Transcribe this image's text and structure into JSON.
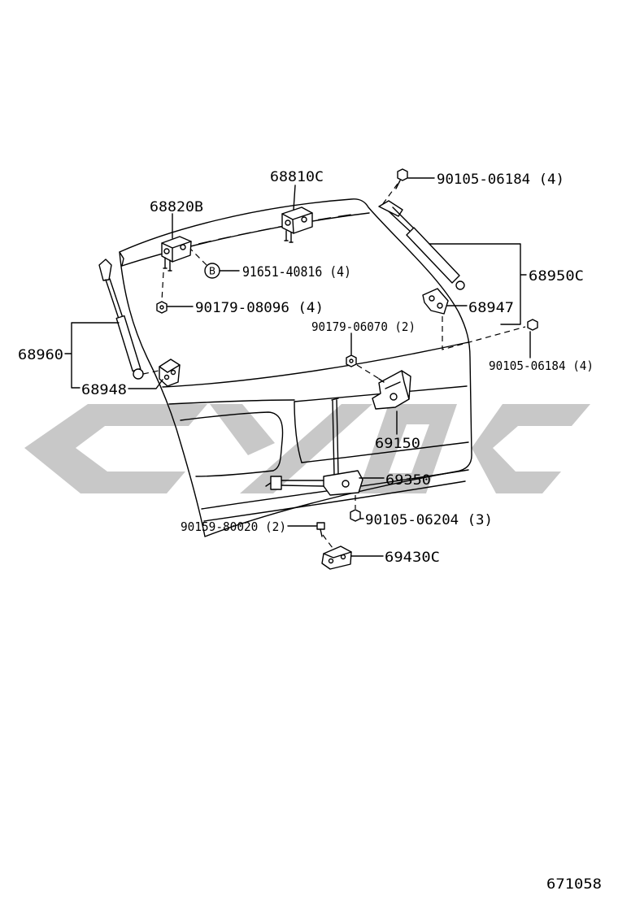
{
  "labels": [
    "68810C",
    "68820B",
    "90105-06184 (4)",
    "91651-40816 (4)",
    "68950C",
    "90179-08096 (4)",
    "68947",
    "68960",
    "90179-06070 (2)",
    "90105-06184 (4)",
    "68948",
    "69150",
    "69350",
    "90105-06204 (3)",
    "90159-80020 (2)",
    "69430C"
  ],
  "reference_letter": "B",
  "drawing_number": "671058",
  "colors": {
    "line": "#000000",
    "watermark": "#c8c8c8",
    "background": "#ffffff"
  }
}
